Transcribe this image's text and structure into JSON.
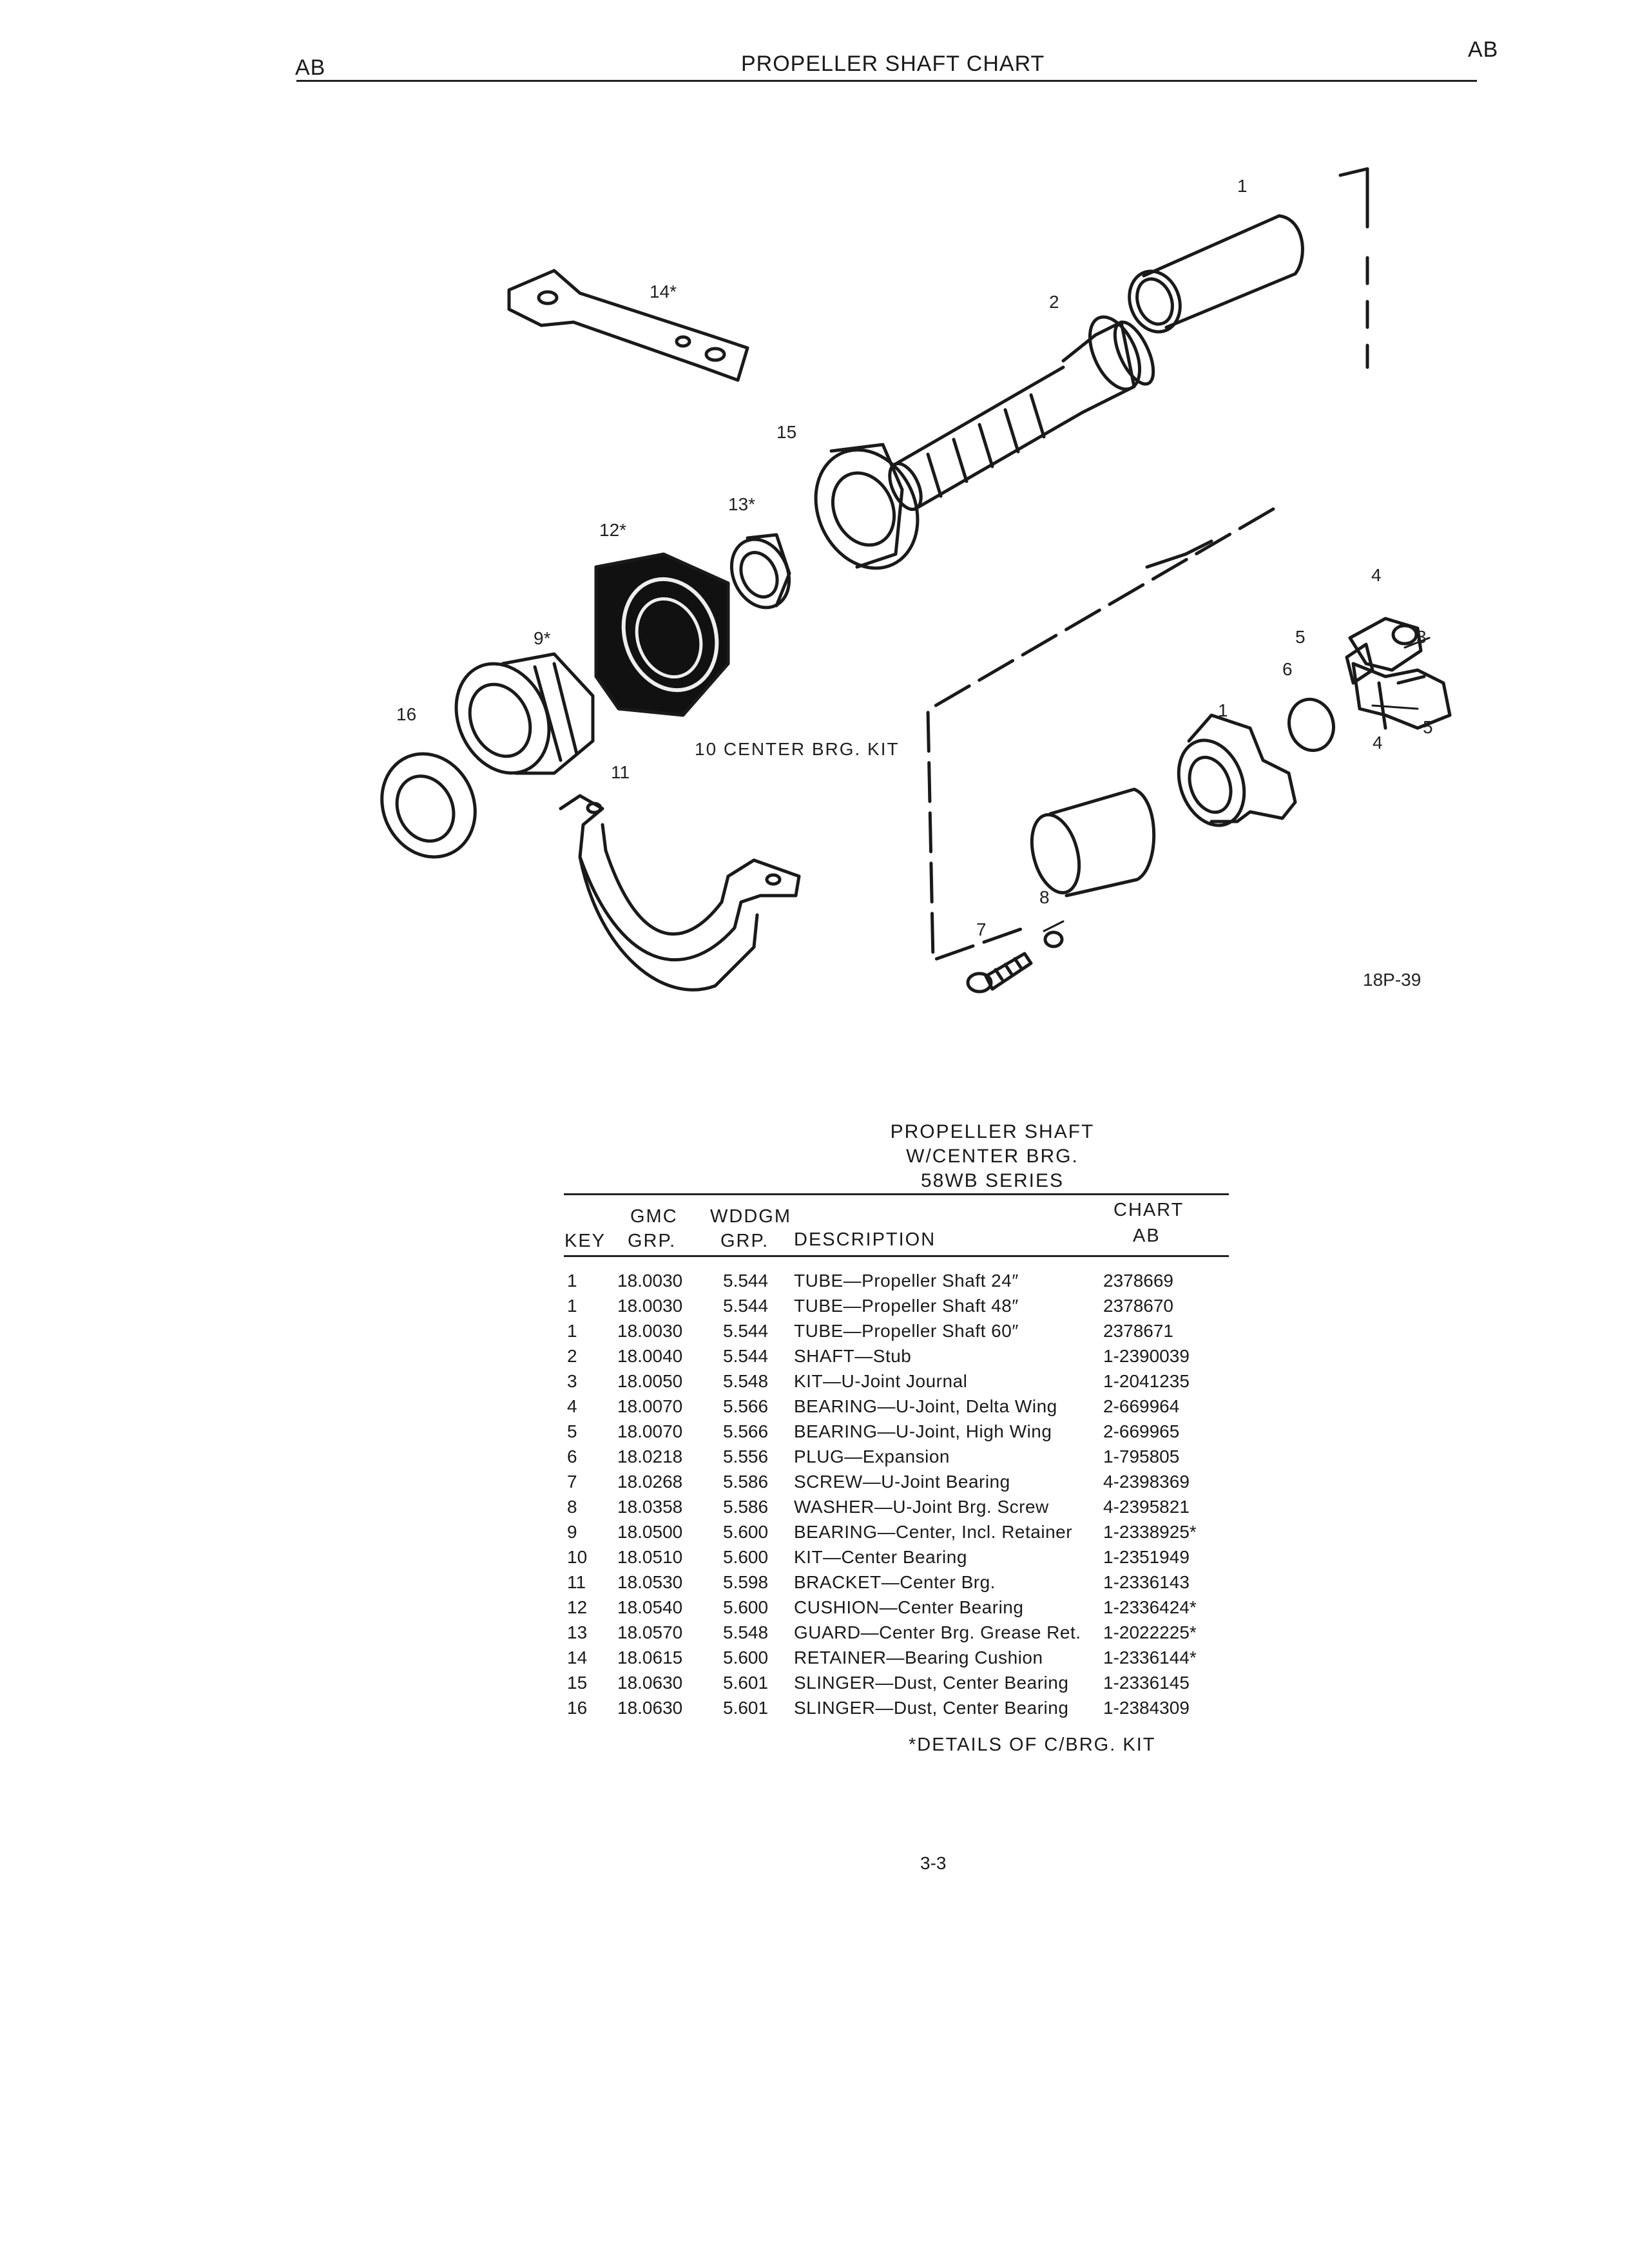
{
  "header": {
    "left_code": "AB",
    "title": "PROPELLER SHAFT CHART",
    "right_code": "AB"
  },
  "diagram": {
    "figure_code": "18P-39",
    "kit_label": "10 CENTER BRG. KIT",
    "callouts": {
      "c1": "1",
      "c2": "2",
      "c3": "3",
      "c4": "4",
      "c5": "5",
      "c6": "6",
      "c7": "7",
      "c8": "8",
      "c9": "9*",
      "c11": "11",
      "c12": "12*",
      "c13": "13*",
      "c14": "14*",
      "c15": "15",
      "c16": "16"
    }
  },
  "table": {
    "title_lines": [
      "PROPELLER SHAFT",
      "W/CENTER BRG.",
      "58WB SERIES"
    ],
    "headers": {
      "key": "KEY",
      "gmc_top": "GMC",
      "gmc_bottom": "GRP.",
      "wddgm_top": "WDDGM",
      "wddgm_bottom": "GRP.",
      "description": "DESCRIPTION",
      "chart_top": "CHART",
      "chart_bottom": "AB"
    },
    "rows": [
      {
        "key": "1",
        "gmc": "18.0030",
        "wddgm": "5.544",
        "description": "TUBE—Propeller Shaft 24″",
        "part": "2378669"
      },
      {
        "key": "1",
        "gmc": "18.0030",
        "wddgm": "5.544",
        "description": "TUBE—Propeller Shaft 48″",
        "part": "2378670"
      },
      {
        "key": "1",
        "gmc": "18.0030",
        "wddgm": "5.544",
        "description": "TUBE—Propeller Shaft 60″",
        "part": "2378671"
      },
      {
        "key": "2",
        "gmc": "18.0040",
        "wddgm": "5.544",
        "description": "SHAFT—Stub",
        "part": "1-2390039"
      },
      {
        "key": "3",
        "gmc": "18.0050",
        "wddgm": "5.548",
        "description": "KIT—U-Joint Journal",
        "part": "1-2041235"
      },
      {
        "key": "4",
        "gmc": "18.0070",
        "wddgm": "5.566",
        "description": "BEARING—U-Joint, Delta Wing",
        "part": "2-669964"
      },
      {
        "key": "5",
        "gmc": "18.0070",
        "wddgm": "5.566",
        "description": "BEARING—U-Joint, High Wing",
        "part": "2-669965"
      },
      {
        "key": "6",
        "gmc": "18.0218",
        "wddgm": "5.556",
        "description": "PLUG—Expansion",
        "part": "1-795805"
      },
      {
        "key": "7",
        "gmc": "18.0268",
        "wddgm": "5.586",
        "description": "SCREW—U-Joint Bearing",
        "part": "4-2398369"
      },
      {
        "key": "8",
        "gmc": "18.0358",
        "wddgm": "5.586",
        "description": "WASHER—U-Joint Brg. Screw",
        "part": "4-2395821"
      },
      {
        "key": "9",
        "gmc": "18.0500",
        "wddgm": "5.600",
        "description": "BEARING—Center, Incl. Retainer",
        "part": "1-2338925*"
      },
      {
        "key": "10",
        "gmc": "18.0510",
        "wddgm": "5.600",
        "description": "KIT—Center Bearing",
        "part": "1-2351949"
      },
      {
        "key": "11",
        "gmc": "18.0530",
        "wddgm": "5.598",
        "description": "BRACKET—Center Brg.",
        "part": "1-2336143"
      },
      {
        "key": "12",
        "gmc": "18.0540",
        "wddgm": "5.600",
        "description": "CUSHION—Center Bearing",
        "part": "1-2336424*"
      },
      {
        "key": "13",
        "gmc": "18.0570",
        "wddgm": "5.548",
        "description": "GUARD—Center Brg. Grease Ret.",
        "part": "1-2022225*"
      },
      {
        "key": "14",
        "gmc": "18.0615",
        "wddgm": "5.600",
        "description": "RETAINER—Bearing Cushion",
        "part": "1-2336144*"
      },
      {
        "key": "15",
        "gmc": "18.0630",
        "wddgm": "5.601",
        "description": "SLINGER—Dust, Center Bearing",
        "part": "1-2336145"
      },
      {
        "key": "16",
        "gmc": "18.0630",
        "wddgm": "5.601",
        "description": "SLINGER—Dust, Center Bearing",
        "part": "1-2384309"
      }
    ],
    "footnote": "*DETAILS OF C/BRG. KIT"
  },
  "page_number": "3-3"
}
